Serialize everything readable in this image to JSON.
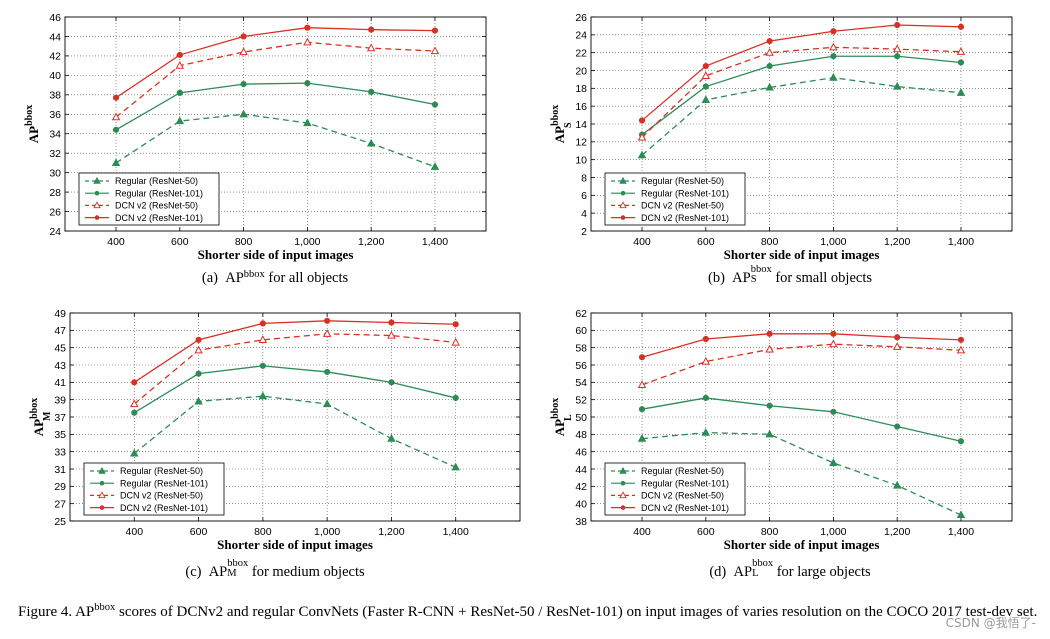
{
  "chart_data": [
    {
      "type": "line",
      "ylabel_main": "AP",
      "ylabel_sup": "bbox",
      "ylabel_sub": "",
      "xlabel": "Shorter side of input images",
      "x": [
        400,
        600,
        800,
        1000,
        1200,
        1400
      ],
      "x_tick_labels": [
        "400",
        "600",
        "800",
        "1,000",
        "1,200",
        "1,400"
      ],
      "xlim": [
        240,
        1560
      ],
      "ylim": [
        24,
        46
      ],
      "y_ticks": [
        24,
        26,
        28,
        30,
        32,
        34,
        36,
        38,
        40,
        42,
        44,
        46
      ],
      "grid": true,
      "legend_position": "bottom-left",
      "series": [
        {
          "name": "Regular (ResNet-50)",
          "values": [
            31.0,
            35.3,
            36.0,
            35.1,
            33.0,
            30.6
          ]
        },
        {
          "name": "Regular (ResNet-101)",
          "values": [
            34.4,
            38.2,
            39.1,
            39.2,
            38.3,
            37.0
          ]
        },
        {
          "name": "DCN v2 (ResNet-50)",
          "values": [
            35.7,
            41.0,
            42.4,
            43.4,
            42.8,
            42.5
          ]
        },
        {
          "name": "DCN v2 (ResNet-101)",
          "values": [
            37.7,
            42.1,
            44.0,
            44.9,
            44.7,
            44.6
          ]
        }
      ]
    },
    {
      "type": "line",
      "ylabel_main": "AP",
      "ylabel_sup": "bbox",
      "ylabel_sub": "S",
      "xlabel": "Shorter side of input images",
      "x": [
        400,
        600,
        800,
        1000,
        1200,
        1400
      ],
      "x_tick_labels": [
        "400",
        "600",
        "800",
        "1,000",
        "1,200",
        "1,400"
      ],
      "xlim": [
        240,
        1560
      ],
      "ylim": [
        2,
        26
      ],
      "y_ticks": [
        2,
        4,
        6,
        8,
        10,
        12,
        14,
        16,
        18,
        20,
        22,
        24,
        26
      ],
      "grid": true,
      "legend_position": "bottom-left",
      "series": [
        {
          "name": "Regular (ResNet-50)",
          "values": [
            10.5,
            16.7,
            18.1,
            19.2,
            18.2,
            17.5
          ]
        },
        {
          "name": "Regular (ResNet-101)",
          "values": [
            12.8,
            18.2,
            20.5,
            21.6,
            21.6,
            20.9
          ]
        },
        {
          "name": "DCN v2 (ResNet-50)",
          "values": [
            12.5,
            19.4,
            22.0,
            22.6,
            22.4,
            22.1
          ]
        },
        {
          "name": "DCN v2 (ResNet-101)",
          "values": [
            14.4,
            20.5,
            23.3,
            24.4,
            25.1,
            24.9
          ]
        }
      ]
    },
    {
      "type": "line",
      "ylabel_main": "AP",
      "ylabel_sup": "bbox",
      "ylabel_sub": "M",
      "xlabel": "Shorter side of input images",
      "x": [
        400,
        600,
        800,
        1000,
        1200,
        1400
      ],
      "x_tick_labels": [
        "400",
        "600",
        "800",
        "1,000",
        "1,200",
        "1,400"
      ],
      "xlim": [
        200,
        1600
      ],
      "ylim": [
        25,
        49
      ],
      "y_ticks": [
        25,
        27,
        29,
        31,
        33,
        35,
        37,
        39,
        41,
        43,
        45,
        47,
        49
      ],
      "grid": true,
      "legend_position": "bottom-left",
      "series": [
        {
          "name": "Regular (ResNet-50)",
          "values": [
            32.8,
            38.8,
            39.4,
            38.5,
            34.5,
            31.2
          ]
        },
        {
          "name": "Regular (ResNet-101)",
          "values": [
            37.5,
            42.0,
            42.9,
            42.2,
            41.0,
            39.2
          ]
        },
        {
          "name": "DCN v2 (ResNet-50)",
          "values": [
            38.5,
            44.7,
            45.9,
            46.6,
            46.4,
            45.6
          ]
        },
        {
          "name": "DCN v2 (ResNet-101)",
          "values": [
            41.0,
            45.9,
            47.8,
            48.1,
            47.9,
            47.7
          ]
        }
      ]
    },
    {
      "type": "line",
      "ylabel_main": "AP",
      "ylabel_sup": "bbox",
      "ylabel_sub": "L",
      "xlabel": "Shorter side of input images",
      "x": [
        400,
        600,
        800,
        1000,
        1200,
        1400
      ],
      "x_tick_labels": [
        "400",
        "600",
        "800",
        "1,000",
        "1,200",
        "1,400"
      ],
      "xlim": [
        240,
        1560
      ],
      "ylim": [
        38,
        62
      ],
      "y_ticks": [
        38,
        40,
        42,
        44,
        46,
        48,
        50,
        52,
        54,
        56,
        58,
        60,
        62
      ],
      "grid": true,
      "legend_position": "bottom-left",
      "series": [
        {
          "name": "Regular (ResNet-50)",
          "values": [
            47.5,
            48.2,
            48.0,
            44.7,
            42.1,
            38.7
          ]
        },
        {
          "name": "Regular (ResNet-101)",
          "values": [
            50.9,
            52.2,
            51.3,
            50.6,
            48.9,
            47.2
          ]
        },
        {
          "name": "DCN v2 (ResNet-50)",
          "values": [
            53.7,
            56.4,
            57.8,
            58.4,
            58.1,
            57.7
          ]
        },
        {
          "name": "DCN v2 (ResNet-101)",
          "values": [
            56.9,
            59.0,
            59.6,
            59.6,
            59.2,
            58.9
          ]
        }
      ]
    }
  ],
  "series_styles": [
    {
      "color": "#2e8b57",
      "dash": "dashed",
      "marker": "triangle"
    },
    {
      "color": "#2e8b57",
      "dash": "solid",
      "marker": "dot"
    },
    {
      "color": "#d93025",
      "dash": "dashed",
      "marker": "triangle-open"
    },
    {
      "color": "#d93025",
      "dash": "solid",
      "marker": "dot"
    }
  ],
  "subcaptions": [
    {
      "label": "(a)",
      "main": "AP",
      "sup": "bbox",
      "sub": "",
      "rest": "for all objects"
    },
    {
      "label": "(b)",
      "main": "AP",
      "sup": "bbox",
      "sub": "S",
      "rest": "for small objects"
    },
    {
      "label": "(c)",
      "main": "AP",
      "sup": "bbox",
      "sub": "M",
      "rest": "for medium objects"
    },
    {
      "label": "(d)",
      "main": "AP",
      "sup": "bbox",
      "sub": "L",
      "rest": "for large objects"
    }
  ],
  "figure_caption": {
    "prefix": "Figure 4. AP",
    "sup": "bbox",
    "text": " scores of DCNv2 and regular ConvNets (Faster R-CNN + ResNet-50 / ResNet-101) on input images of varies resolution on the COCO 2017 test-dev set."
  },
  "watermark": "CSDN @我悟了-"
}
